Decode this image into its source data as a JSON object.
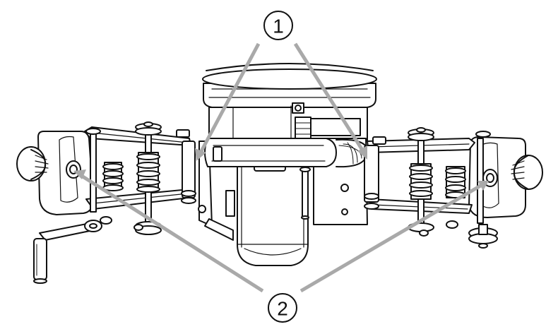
{
  "callouts": [
    {
      "id": "callout-1",
      "label": "1"
    },
    {
      "id": "callout-2",
      "label": "2"
    }
  ],
  "colors": {
    "outline": "#111111",
    "leader_line": "#a9a9a9",
    "background": "#ffffff",
    "dark_part": "#1a1a1a"
  },
  "subject": {
    "icon": "machine-line-drawing"
  }
}
